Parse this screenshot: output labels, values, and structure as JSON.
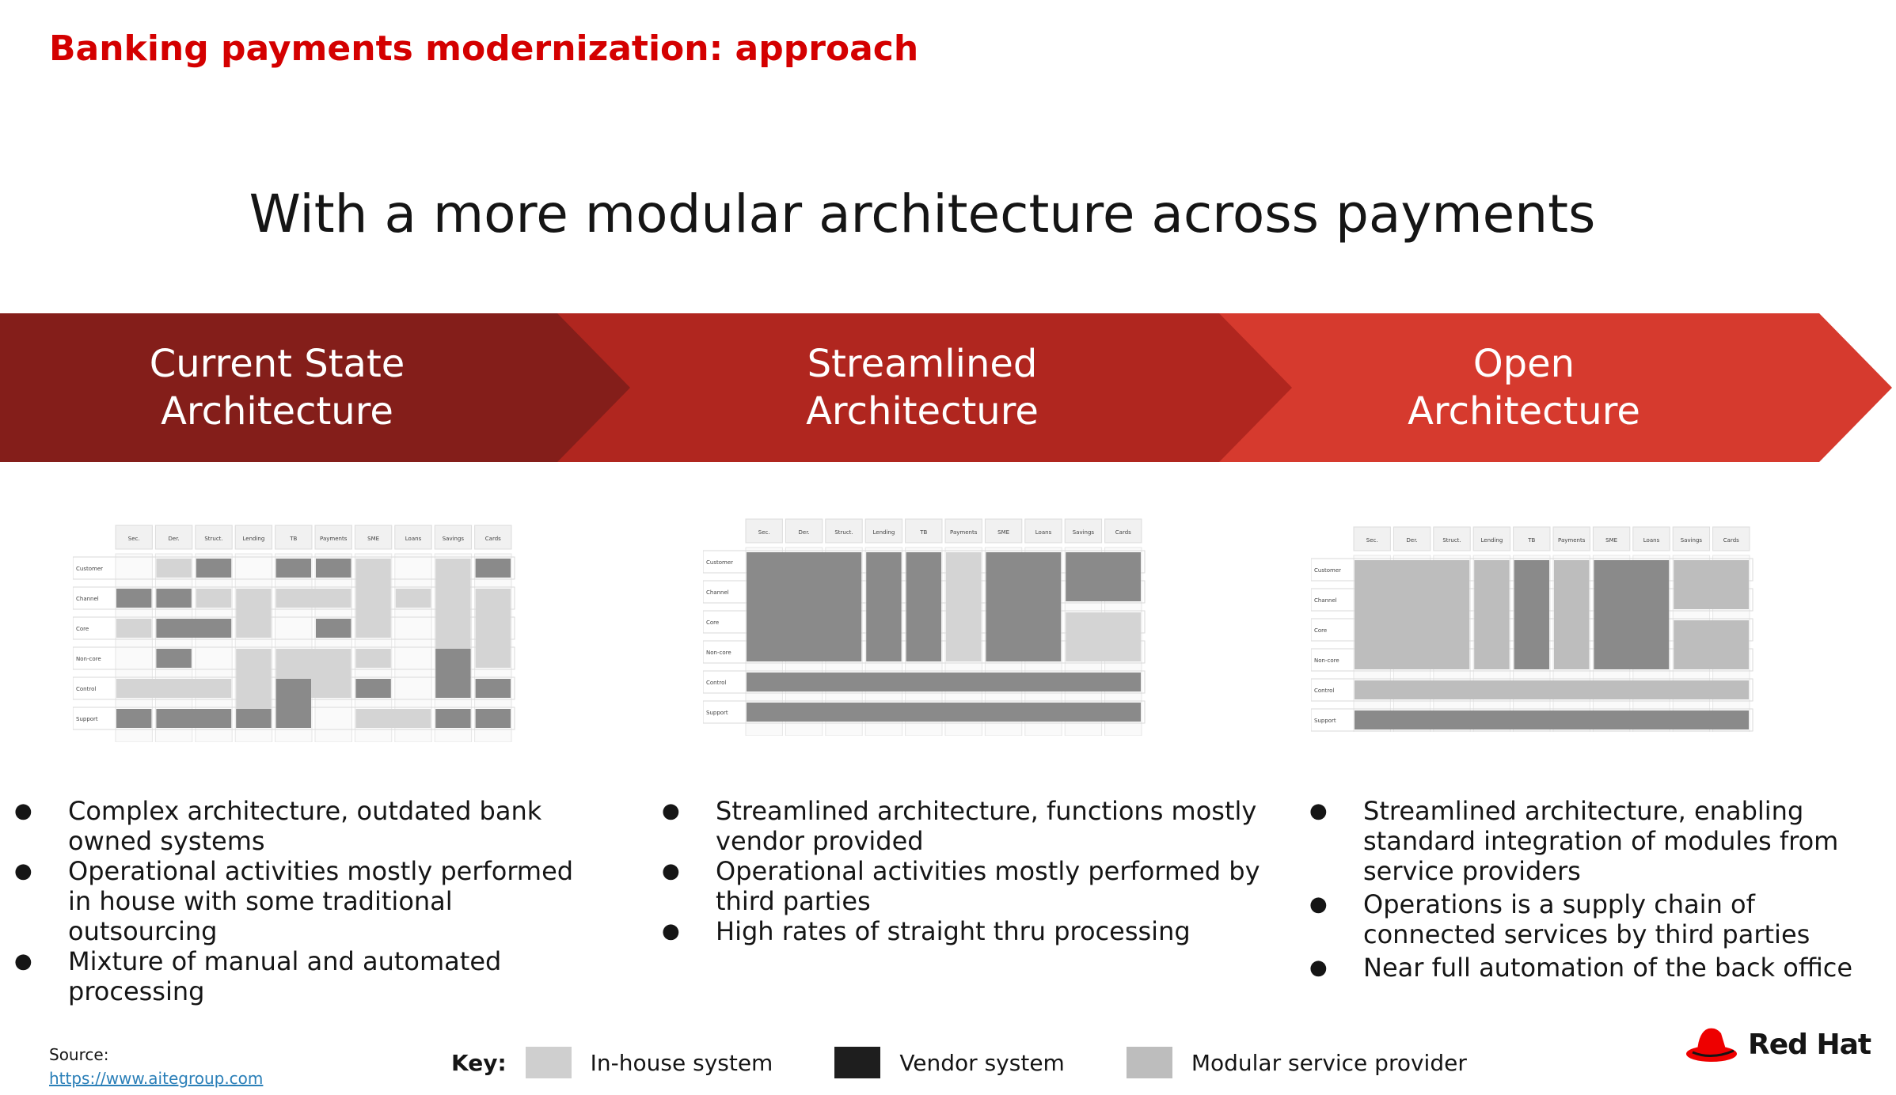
{
  "slide": {
    "label": "Banking payments modernization:  approach",
    "headline": "With a more modular architecture across payments"
  },
  "stages": [
    {
      "line1": "Current State",
      "line2": "Architecture",
      "color": "#841e1a",
      "bullets": [
        "Complex architecture, outdated bank owned systems",
        "Operational activities mostly performed in house with some traditional outsourcing",
        "Mixture of manual and automated processing"
      ]
    },
    {
      "line1": "Streamlined",
      "line2": "Architecture",
      "color": "#b0261f",
      "bullets": [
        "Streamlined architecture, functions mostly vendor provided",
        "Operational activities mostly performed by third parties",
        "High rates of straight thru processing"
      ]
    },
    {
      "line1": "Open",
      "line2": "Architecture",
      "color": "#d63a2e",
      "bullets": [
        "Streamlined architecture, enabling standard integration of modules from service providers",
        "Operations is a supply chain of connected services by third parties",
        "Near full automation of the back office"
      ]
    }
  ],
  "diagram": {
    "columns": [
      "Sec.",
      "Der.",
      "Struct.",
      "Lending",
      "TB",
      "Payments",
      "SME",
      "Loans",
      "Savings",
      "Cards"
    ],
    "rows": [
      "Customer",
      "Channel",
      "Core",
      "Non-core",
      "Control",
      "Support"
    ]
  },
  "footer": {
    "source_label": "Source:",
    "source_link": "https://www.aitegroup.com",
    "key_label": "Key:",
    "key_items": [
      {
        "label": "In-house system",
        "color": "#cfcfcf"
      },
      {
        "label": "Vendor system",
        "color": "#1e1e1e"
      },
      {
        "label": "Modular service provider",
        "color": "#bdbdbd"
      }
    ],
    "logo_text": "Red Hat"
  }
}
